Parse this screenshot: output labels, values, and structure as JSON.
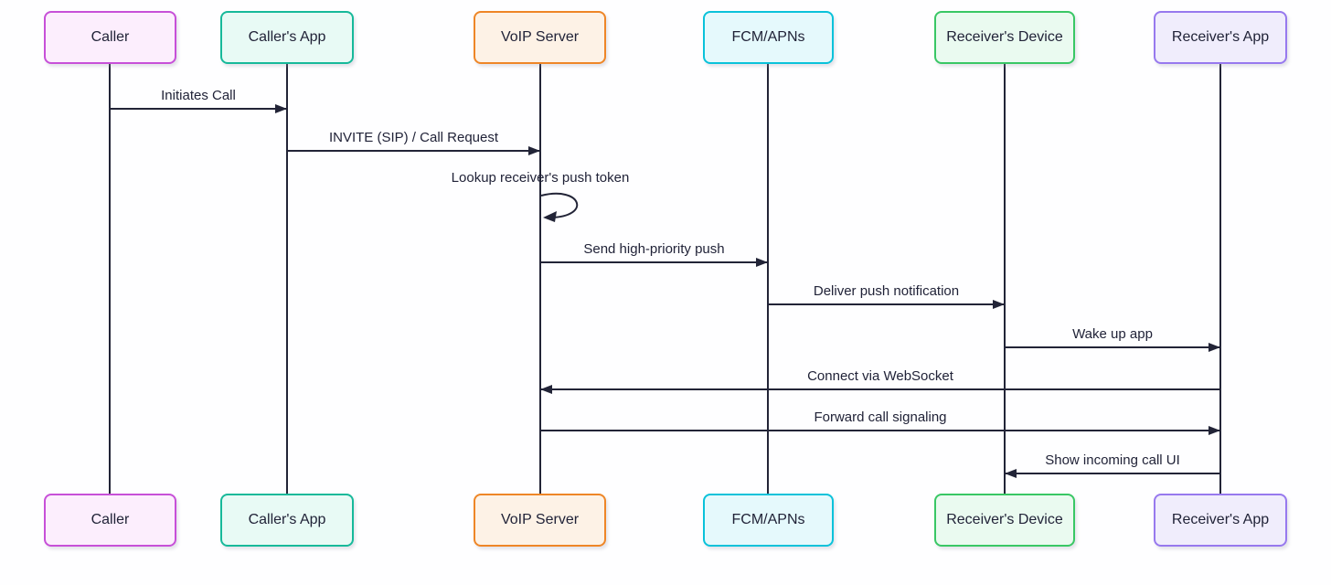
{
  "diagram": {
    "type": "sequence-diagram",
    "subject": "VoIP incoming call push notification flow",
    "actors": [
      {
        "id": "caller",
        "label": "Caller",
        "fill": "#fceefd",
        "border": "#c750d8"
      },
      {
        "id": "callerapp",
        "label": "Caller's App",
        "fill": "#e8faf5",
        "border": "#17b99a"
      },
      {
        "id": "voip",
        "label": "VoIP Server",
        "fill": "#fdf2e6",
        "border": "#ee8627"
      },
      {
        "id": "fcm",
        "label": "FCM/APNs",
        "fill": "#e5f9fc",
        "border": "#0ac2da"
      },
      {
        "id": "rdevice",
        "label": "Receiver's Device",
        "fill": "#eafaf0",
        "border": "#39c765"
      },
      {
        "id": "rapp",
        "label": "Receiver's App",
        "fill": "#f0edfc",
        "border": "#9779ee"
      }
    ],
    "messages": [
      {
        "text": "Initiates Call",
        "from": "Caller",
        "to": "Caller's App",
        "direction": "right"
      },
      {
        "text": "INVITE (SIP) / Call Request",
        "from": "Caller's App",
        "to": "VoIP Server",
        "direction": "right"
      },
      {
        "text": "Lookup receiver's push token",
        "from": "VoIP Server",
        "to": "VoIP Server",
        "direction": "self"
      },
      {
        "text": "Send high-priority push",
        "from": "VoIP Server",
        "to": "FCM/APNs",
        "direction": "right"
      },
      {
        "text": "Deliver push notification",
        "from": "FCM/APNs",
        "to": "Receiver's Device",
        "direction": "right"
      },
      {
        "text": "Wake up app",
        "from": "Receiver's Device",
        "to": "Receiver's App",
        "direction": "right"
      },
      {
        "text": "Connect via WebSocket",
        "from": "Receiver's App",
        "to": "VoIP Server",
        "direction": "left"
      },
      {
        "text": "Forward call signaling",
        "from": "VoIP Server",
        "to": "Receiver's App",
        "direction": "right"
      },
      {
        "text": "Show incoming call UI",
        "from": "Receiver's App",
        "to": "Receiver's Device",
        "direction": "left"
      }
    ],
    "colors": {
      "line": "#222437",
      "text": "#212338",
      "background": "#fefeff"
    }
  }
}
